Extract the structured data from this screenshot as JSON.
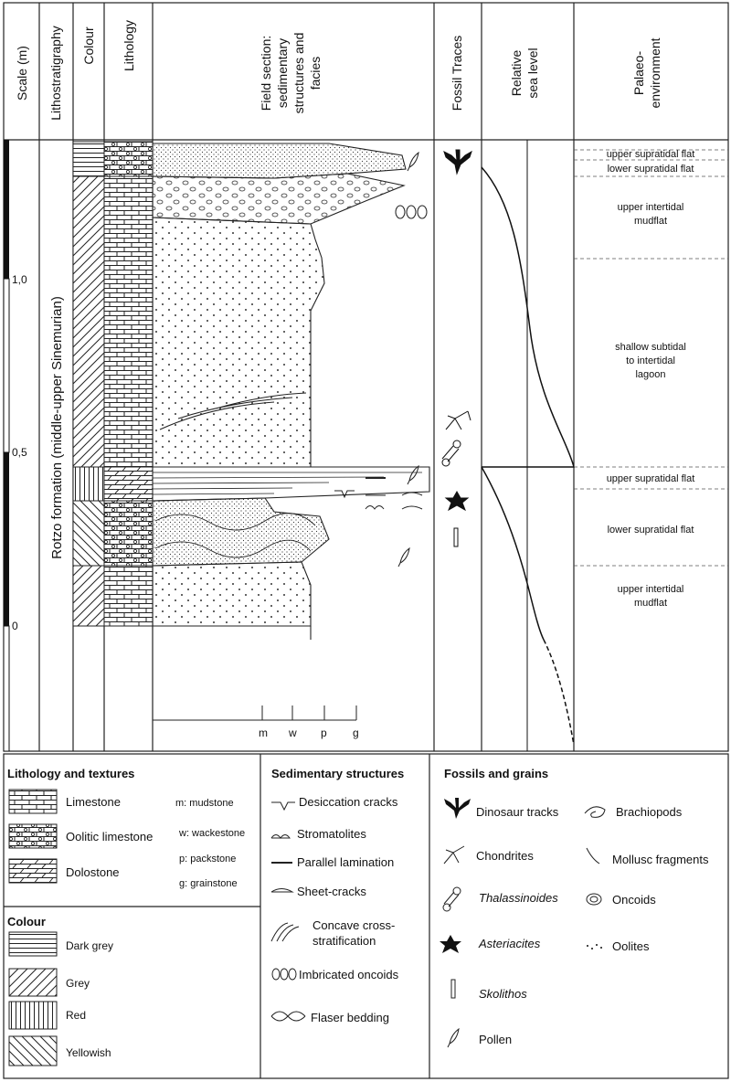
{
  "headers": {
    "scale": "Scale (m)",
    "lithostratigraphy": "Lithostratigraphy",
    "colour": "Colour",
    "lithology": "Lithology",
    "field_section": [
      "Field section:",
      "sedimentary",
      "structures and",
      "facies"
    ],
    "fossil_traces": "Fossil Traces",
    "sea_level": [
      "Relative",
      "sea level"
    ],
    "palaeo": [
      "Palaeo-",
      "environment"
    ]
  },
  "scale_ticks": [
    "1,0",
    "0,5",
    "0"
  ],
  "formation": "Rotzo formation (middle-upper Sinemurian)",
  "texture_axis": [
    "m",
    "w",
    "p",
    "g"
  ],
  "environments": {
    "upper_supratidal_1": "upper supratidal flat",
    "lower_supratidal_1": "lower supratidal flat",
    "upper_intertidal_1": [
      "upper intertidal",
      "mudflat"
    ],
    "lagoon": [
      "shallow subtidal",
      "to intertidal",
      "lagoon"
    ],
    "upper_supratidal_2": "upper supratidal flat",
    "lower_supratidal_2": "lower supratidal flat",
    "upper_intertidal_2": [
      "upper intertidal",
      "mudflat"
    ]
  },
  "legend": {
    "lithology": {
      "title": "Lithology and textures",
      "items": [
        "Limestone",
        "Oolitic limestone",
        "Dolostone"
      ],
      "textures": [
        "m: mudstone",
        "w: wackestone",
        "p: packstone",
        "g: grainstone"
      ]
    },
    "colour": {
      "title": "Colour",
      "items": [
        "Dark grey",
        "Grey",
        "Red",
        "Yellowish"
      ]
    },
    "sedimentary": {
      "title": "Sedimentary structures",
      "items": [
        "Desiccation cracks",
        "Stromatolites",
        "Parallel lamination",
        "Sheet-cracks"
      ],
      "concave": [
        "Concave cross-",
        "stratification"
      ],
      "more": [
        "Imbricated oncoids",
        "Flaser bedding"
      ]
    },
    "fossils": {
      "title": "Fossils and grains",
      "left": [
        "Dinosaur tracks",
        "Chondrites",
        "Thalassinoides",
        "Asteriacites",
        "Skolithos",
        "Pollen"
      ],
      "right": [
        "Brachiopods",
        "Mollusc fragments",
        "Oncoids",
        "Oolites"
      ]
    }
  }
}
